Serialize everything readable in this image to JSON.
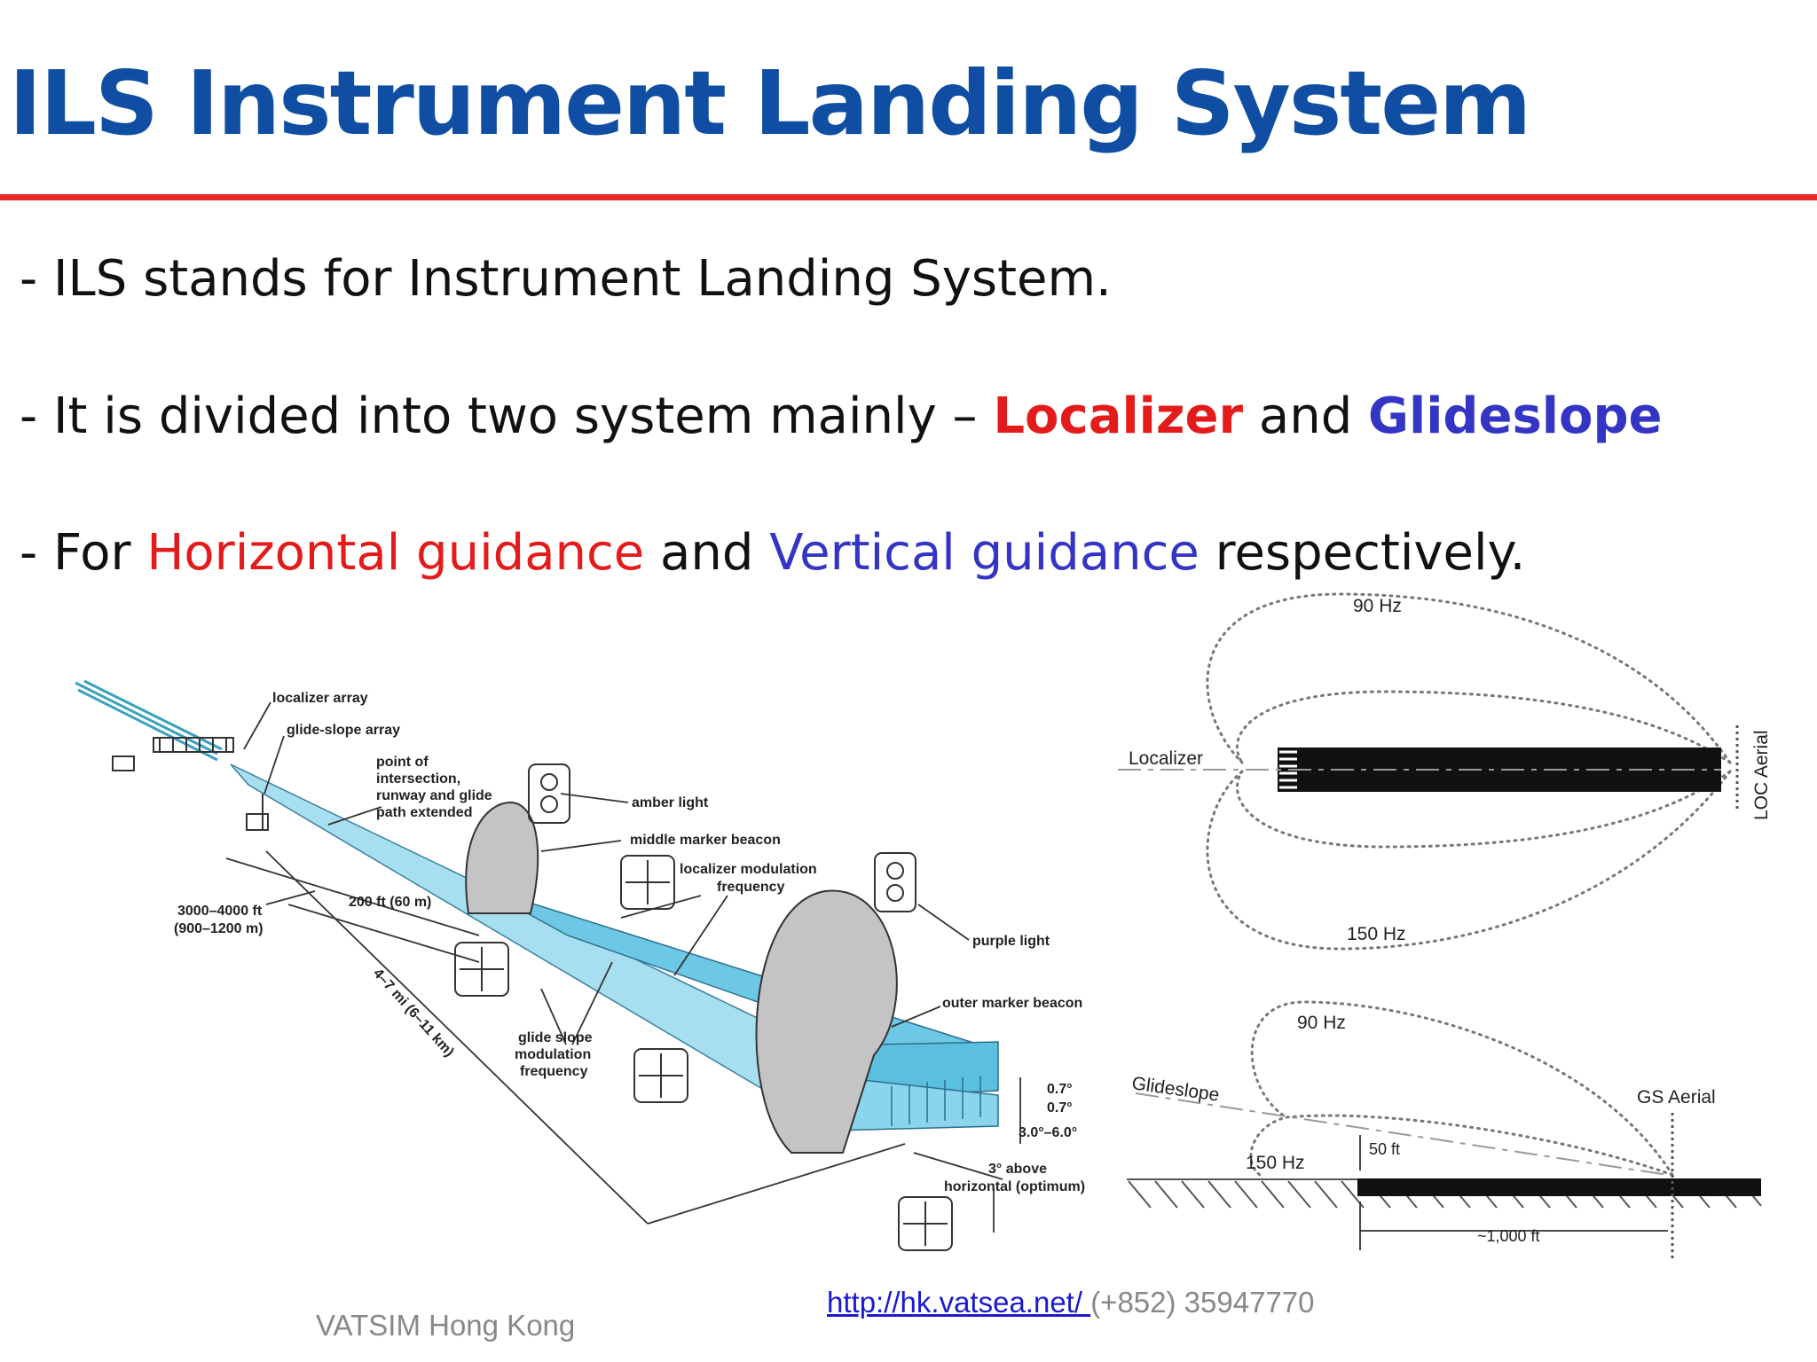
{
  "slide": {
    "title": "ILS Instrument Landing System",
    "bullets": {
      "b1": "- ILS stands for Instrument Landing System.",
      "b2_pre": "- It is divided into two system mainly – ",
      "b2_loc": "Localizer",
      "b2_mid": " and ",
      "b2_gs": "Glideslope",
      "b3_pre": "- For ",
      "b3_h": "Horizontal guidance",
      "b3_mid": " and ",
      "b3_v": "Vertical guidance",
      "b3_post": " respectively."
    }
  },
  "diagram": {
    "labels": {
      "localizer_array": "localizer array",
      "glide_slope_array": "glide-slope array",
      "point_1": "point of",
      "point_2": "intersection,",
      "point_3": "runway and glide",
      "point_4": "path extended",
      "amber_light": "amber light",
      "middle_marker": "middle marker beacon",
      "loc_mod_1": "localizer modulation",
      "loc_mod_2": "frequency",
      "dist_1": "3000–4000 ft",
      "dist_2": "(900–1200 m)",
      "dist_200": "200 ft (60 m)",
      "purple_light": "purple light",
      "outer_marker": "outer marker beacon",
      "dist_mi": "4–7 mi (6–11 km)",
      "gs_mod_1": "glide slope",
      "gs_mod_2": "modulation",
      "gs_mod_3": "frequency",
      "ang_07a": "0.7°",
      "ang_07b": "0.7°",
      "ang_range": "3.0°–6.0°",
      "ang_opt_1": "3° above",
      "ang_opt_2": "horizontal (optimum)"
    }
  },
  "antenna": {
    "loc_90": "90 Hz",
    "loc_150": "150 Hz",
    "localizer": "Localizer",
    "loc_aerial": "LOC Aerial",
    "gs_90": "90 Hz",
    "gs_150": "150 Hz",
    "glideslope": "Glideslope",
    "gs_aerial": "GS Aerial",
    "h50": "50 ft",
    "d1000": "~1,000 ft"
  },
  "footer": {
    "org": "VATSIM Hong Kong",
    "url": "http://hk.vatsea.net/ ",
    "phone": "(+852) 35947770"
  },
  "colors": {
    "title": "#0f4ea3",
    "rule": "#e8282b",
    "localizer": "#e41b1b",
    "glideslope": "#3435c4",
    "beam": "#7fd0e8"
  }
}
